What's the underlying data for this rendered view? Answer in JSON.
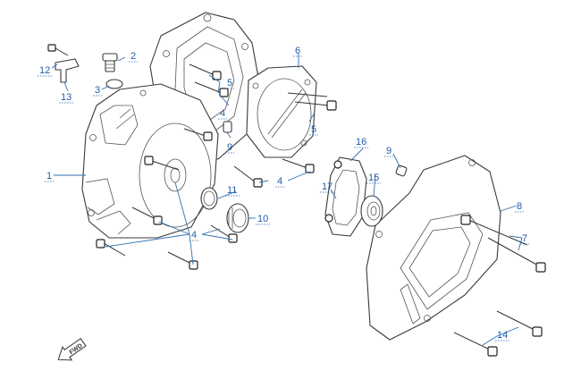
{
  "diagram": {
    "accent_color": "#1f5fa8",
    "line_color": "#3a3a3a",
    "background_color": "#ffffff",
    "callouts": [
      {
        "id": "c1",
        "label": "1"
      },
      {
        "id": "c2",
        "label": "2"
      },
      {
        "id": "c3",
        "label": "3"
      },
      {
        "id": "c4a",
        "label": "4"
      },
      {
        "id": "c4b",
        "label": "4"
      },
      {
        "id": "c4c",
        "label": "4"
      },
      {
        "id": "c5a",
        "label": "5"
      },
      {
        "id": "c5b",
        "label": "5"
      },
      {
        "id": "c6",
        "label": "6"
      },
      {
        "id": "c7",
        "label": "7"
      },
      {
        "id": "c8",
        "label": "8"
      },
      {
        "id": "c9a",
        "label": "9"
      },
      {
        "id": "c9b",
        "label": "9"
      },
      {
        "id": "c10",
        "label": "10"
      },
      {
        "id": "c11",
        "label": "11"
      },
      {
        "id": "c12",
        "label": "12"
      },
      {
        "id": "c13",
        "label": "13"
      },
      {
        "id": "c14",
        "label": "14"
      },
      {
        "id": "c15",
        "label": "15"
      },
      {
        "id": "c16",
        "label": "16"
      },
      {
        "id": "c17",
        "label": "17"
      }
    ],
    "direction_badge": {
      "label": "FWD",
      "icon": "forward-arrow-icon"
    }
  }
}
